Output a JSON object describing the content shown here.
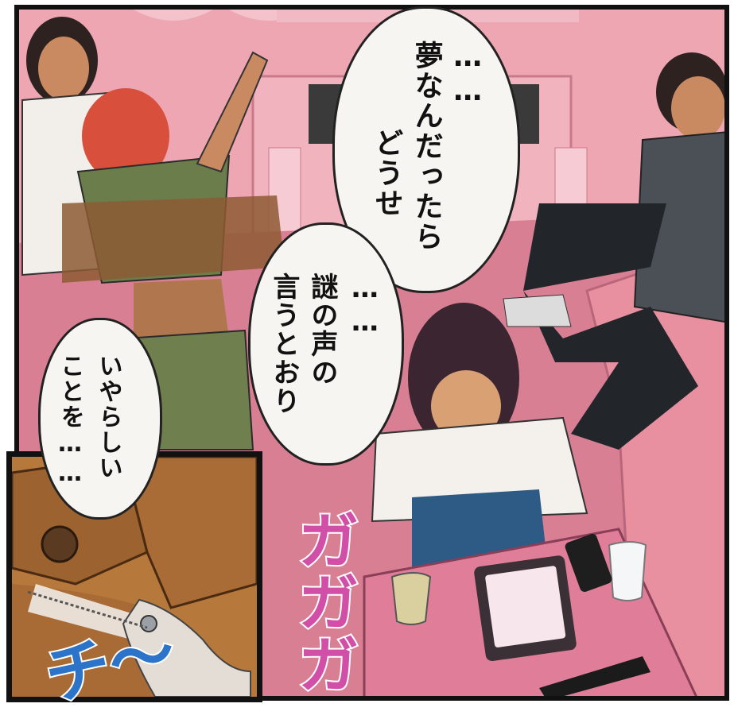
{
  "speech": {
    "bubble1": {
      "line1": "……",
      "line2": "夢なんだったら",
      "line3": "どうせ"
    },
    "bubble2": {
      "line1": "……",
      "line2": "謎の声の",
      "line3": "言うとおり"
    },
    "bubble3": {
      "line1": "いやらしい",
      "line2": "ことを……"
    }
  },
  "sfx": {
    "gagaga": "ガガガ",
    "chi": "チ〜"
  },
  "colors": {
    "room_pink": "#e89aa6",
    "floor_pink": "#d97f94",
    "sfx_magenta": "#d24fa8",
    "sfx_blue": "#2c74c9"
  }
}
